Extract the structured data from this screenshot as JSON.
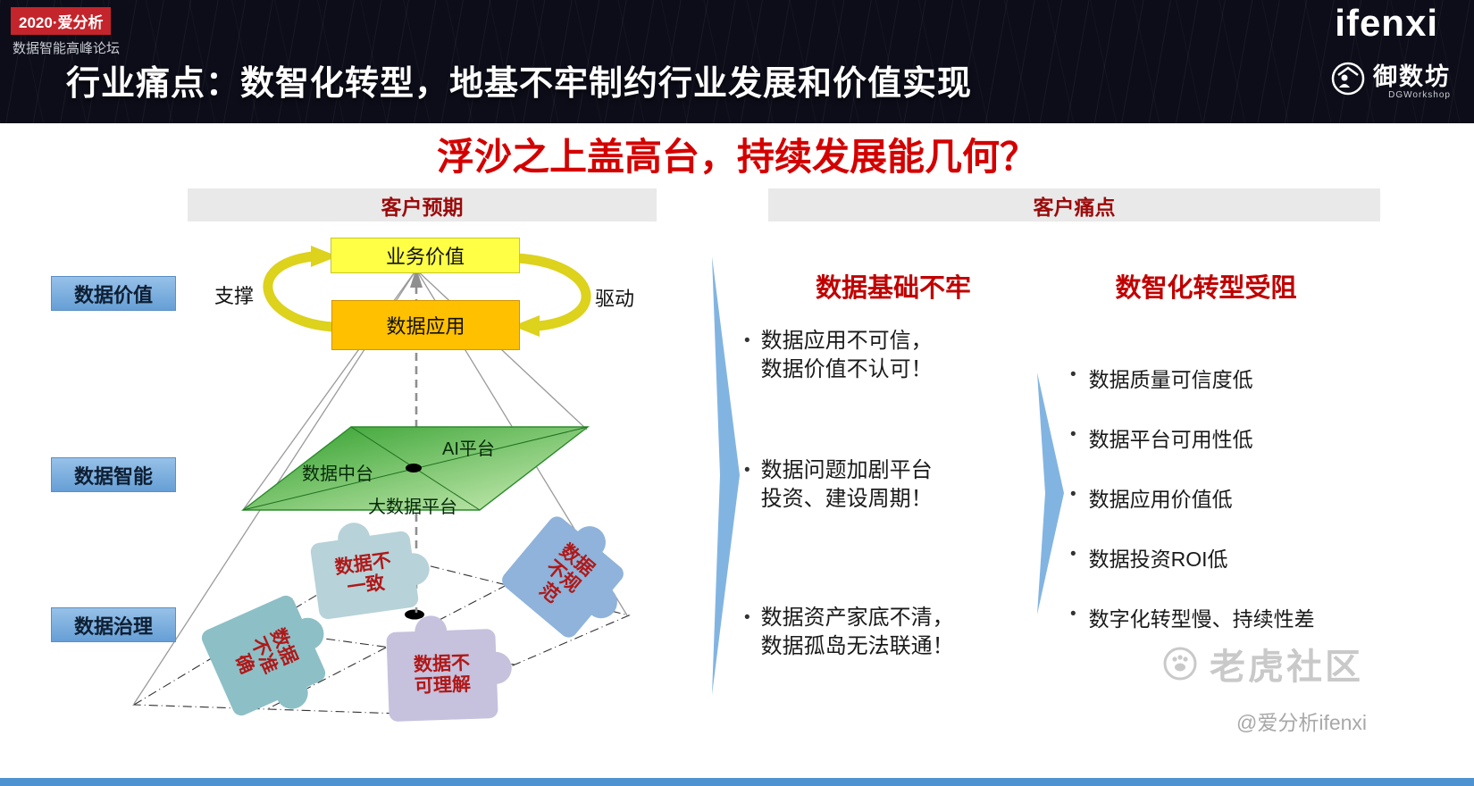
{
  "header": {
    "badge_line1": "2020·爱分析",
    "badge_line2": "数据智能高峰论坛",
    "title": "行业痛点：数智化转型，地基不牢制约行业发展和价值实现",
    "logo_ifenxi": "ifenxi",
    "logo_partner_name": "御数坊",
    "logo_partner_sub": "DGWorkshop"
  },
  "main": {
    "headline": "浮沙之上盖高台，持续发展能几何？",
    "bullet_glyph": "•",
    "sections": {
      "expectation": "客户预期",
      "pain": "客户痛点"
    },
    "row_labels": [
      {
        "label": "数据价值"
      },
      {
        "label": "数据智能"
      },
      {
        "label": "数据治理"
      }
    ],
    "diagram": {
      "business_value": "业务价值",
      "data_application": "数据应用",
      "support_label": "支撑",
      "drive_label": "驱动",
      "platform_labels": {
        "ai": "AI平台",
        "middle": "数据中台",
        "bigdata": "大数据平台"
      },
      "puzzles": [
        {
          "label": "数据不\n一致"
        },
        {
          "label": "数据\n不规\n范"
        },
        {
          "label": "数据\n不准\n确"
        },
        {
          "label": "数据不\n可理解"
        }
      ]
    },
    "pain_columns": [
      {
        "title": "数据基础不牢",
        "bullets": [
          "数据应用不可信，\n数据价值不认可！",
          "数据问题加剧平台\n投资、建设周期！",
          "数据资产家底不清，\n数据孤岛无法联通！"
        ]
      },
      {
        "title": "数智化转型受阻",
        "bullets": [
          "数据质量可信度低",
          "数据平台可用性低",
          "数据应用价值低",
          "数据投资ROI低",
          "数字化转型慢、持续性差"
        ]
      }
    ]
  },
  "watermark": {
    "community": "老虎社区",
    "handle": "@爱分析ifenxi"
  },
  "colors": {
    "header_bg": "#0c0d18",
    "accent_red": "#d40000",
    "badge_red": "#c4242b",
    "row_label_blue": "#74aad9",
    "box_yellow": "#ffff45",
    "box_orange": "#ffc000",
    "platform_green": "#3aa832",
    "arrow_yellow": "#ddd21c",
    "chevron_blue": "#82b4e2",
    "bottom_bar_blue": "#4e92d1",
    "section_bar_gray": "#e9e9e9",
    "puzzle_palette": [
      "#b7d2d9",
      "#8fb3da",
      "#8dbfc6",
      "#c6c1dd"
    ]
  }
}
